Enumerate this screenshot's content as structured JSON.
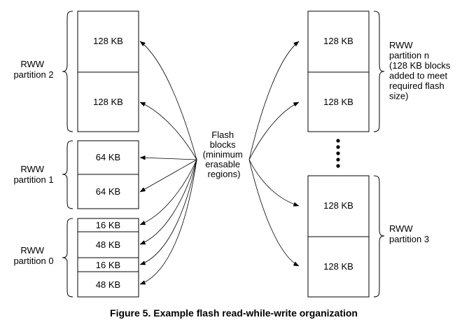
{
  "left_partitions": [
    {
      "label": [
        "RWW",
        "partition 2"
      ],
      "blocks": [
        "128 KB",
        "128 KB"
      ]
    },
    {
      "label": [
        "RWW",
        "partition 1"
      ],
      "blocks": [
        "64 KB",
        "64 KB"
      ]
    },
    {
      "label": [
        "RWW",
        "partition 0"
      ],
      "blocks": [
        "16 KB",
        "48 KB",
        "16 KB",
        "48 KB"
      ]
    }
  ],
  "right_partitions": [
    {
      "label": [
        "RWW",
        "partition n",
        "(128 KB blocks",
        "added to meet",
        "required flash",
        "size)"
      ],
      "blocks": [
        "128 KB",
        "128 KB"
      ]
    },
    {
      "label": [
        "RWW",
        "partition 3"
      ],
      "blocks": [
        "128 KB",
        "128 KB"
      ]
    }
  ],
  "center_label": [
    "Flash",
    "blocks",
    "(minimum",
    "erasable",
    "regions)"
  ],
  "caption": "Figure 5. Example flash read-while-write organization"
}
